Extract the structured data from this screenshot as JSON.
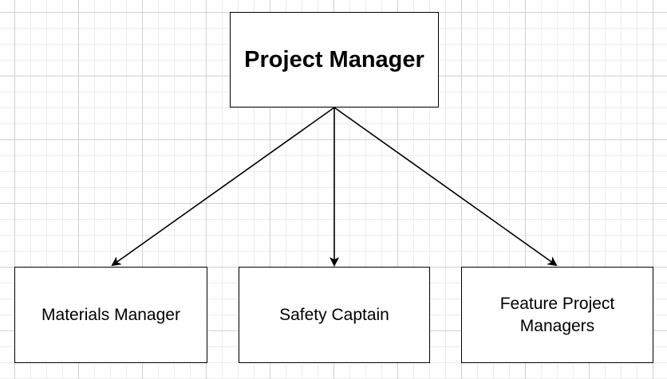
{
  "diagram": {
    "type": "org-chart",
    "root": {
      "id": "project-manager",
      "label": "Project Manager"
    },
    "children": [
      {
        "id": "materials-manager",
        "label": "Materials Manager"
      },
      {
        "id": "safety-captain",
        "label": "Safety Captain"
      },
      {
        "id": "feature-project-managers",
        "label": "Feature Project Managers"
      }
    ],
    "edges": [
      {
        "from": "project-manager",
        "to": "materials-manager"
      },
      {
        "from": "project-manager",
        "to": "safety-captain"
      },
      {
        "from": "project-manager",
        "to": "feature-project-managers"
      }
    ],
    "colors": {
      "stroke": "#000000",
      "node_fill": "#ffffff",
      "grid": "#d0d0d0"
    }
  }
}
